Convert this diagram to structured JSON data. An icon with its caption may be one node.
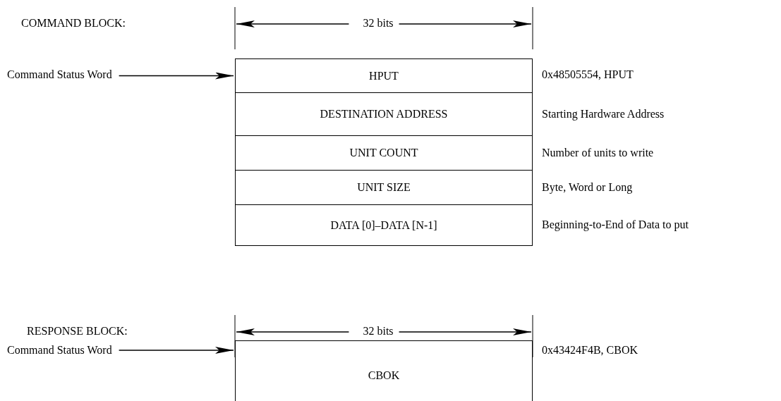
{
  "diagram": {
    "nodes": [
      {
        "text": [
          "Command Status Word"
        ]
      },
      {
        "text": [
          "HPUT"
        ],
        "beside": [
          "0x48505554, HPUT"
        ]
      },
      {
        "text": [
          "DESTINATION ADDRESS"
        ],
        "beside": [
          "Starting Hardware Address"
        ]
      },
      {
        "text": [
          "UNIT COUNT"
        ],
        "beside": [
          "Number of units to write"
        ]
      },
      {
        "text": [
          "UNIT SIZE"
        ],
        "beside": [
          "Byte, Word or Long"
        ]
      },
      {
        "text": [
          "DATA [0]–DATA [N-1]"
        ],
        "beside": [
          "Beginning-to-End of Data to put"
        ]
      },
      {
        "text": [
          "Command Status Word"
        ]
      },
      {
        "text": [
          "CBOK"
        ],
        "beside": [
          "0x43424F4B, CBOK"
        ]
      }
    ],
    "edges": [
      {
        "from": 0,
        "to": 1,
        "arrow": "to"
      },
      {
        "from": 6,
        "to": 7,
        "arrow": "to"
      }
    ],
    "labels": [
      "COMMAND BLOCK:",
      "32 bits",
      "RESPONSE BLOCK:",
      "32 bits"
    ]
  }
}
